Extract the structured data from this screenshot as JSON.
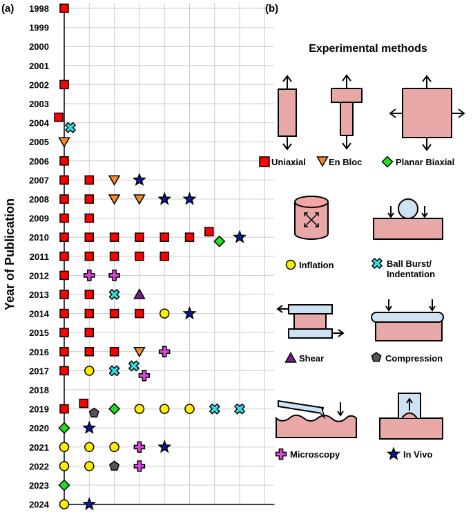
{
  "panel_a_label": "(a)",
  "panel_b_label": "(b)",
  "y_axis_title": "Year of Publication",
  "years": [
    "1998",
    "1999",
    "2000",
    "2001",
    "2002",
    "2003",
    "2004",
    "2005",
    "2006",
    "2007",
    "2008",
    "2009",
    "2010",
    "2011",
    "2012",
    "2013",
    "2014",
    "2015",
    "2016",
    "2017",
    "2018",
    "2019",
    "2020",
    "2021",
    "2022",
    "2023",
    "2024"
  ],
  "colors": {
    "uniaxial": "#ff0000",
    "en_bloc": "#f28c28",
    "planar_biaxial": "#22dd22",
    "inflation": "#ffee00",
    "ball_burst": "#33dddd",
    "shear": "#7b1a8c",
    "compression": "#555555",
    "microscopy": "#dd44dd",
    "in_vivo": "#0a1aa0",
    "sample_fill": "#e8a8a8",
    "platen_fill": "#cde3f3"
  },
  "chart_data": {
    "type": "scatter",
    "ylabel": "Year of Publication",
    "categories": [
      "1998",
      "1999",
      "2000",
      "2001",
      "2002",
      "2003",
      "2004",
      "2005",
      "2006",
      "2007",
      "2008",
      "2009",
      "2010",
      "2011",
      "2012",
      "2013",
      "2014",
      "2015",
      "2016",
      "2017",
      "2018",
      "2019",
      "2020",
      "2021",
      "2022",
      "2023",
      "2024"
    ],
    "grid": true,
    "series": [
      {
        "name": "Uniaxial",
        "marker": "square",
        "points": [
          {
            "year": "1998",
            "count": 1
          },
          {
            "year": "2002",
            "count": 1
          },
          {
            "year": "2004",
            "count": 1
          },
          {
            "year": "2006",
            "count": 1
          },
          {
            "year": "2007",
            "count": 2
          },
          {
            "year": "2008",
            "count": 2
          },
          {
            "year": "2009",
            "count": 2
          },
          {
            "year": "2010",
            "count": 7
          },
          {
            "year": "2011",
            "count": 5
          },
          {
            "year": "2012",
            "count": 1
          },
          {
            "year": "2013",
            "count": 2
          },
          {
            "year": "2014",
            "count": 4
          },
          {
            "year": "2015",
            "count": 2
          },
          {
            "year": "2016",
            "count": 3
          },
          {
            "year": "2017",
            "count": 1
          },
          {
            "year": "2019",
            "count": 2
          }
        ]
      },
      {
        "name": "En Bloc",
        "marker": "triangle-down",
        "points": [
          {
            "year": "2005",
            "count": 1
          },
          {
            "year": "2007",
            "count": 1
          },
          {
            "year": "2008",
            "count": 2
          },
          {
            "year": "2016",
            "count": 1
          }
        ]
      },
      {
        "name": "Planar Biaxial",
        "marker": "diamond",
        "points": [
          {
            "year": "2010",
            "count": 1
          },
          {
            "year": "2019",
            "count": 1
          },
          {
            "year": "2020",
            "count": 1
          },
          {
            "year": "2023",
            "count": 1
          }
        ]
      },
      {
        "name": "Inflation",
        "marker": "circle",
        "points": [
          {
            "year": "2014",
            "count": 1
          },
          {
            "year": "2017",
            "count": 1
          },
          {
            "year": "2019",
            "count": 3
          },
          {
            "year": "2021",
            "count": 3
          },
          {
            "year": "2022",
            "count": 2
          },
          {
            "year": "2024",
            "count": 1
          }
        ]
      },
      {
        "name": "Ball Burst/ Indentation",
        "marker": "x",
        "points": [
          {
            "year": "2004",
            "count": 1
          },
          {
            "year": "2013",
            "count": 1
          },
          {
            "year": "2017",
            "count": 2
          },
          {
            "year": "2019",
            "count": 2
          }
        ]
      },
      {
        "name": "Shear",
        "marker": "triangle-up",
        "points": [
          {
            "year": "2013",
            "count": 1
          }
        ]
      },
      {
        "name": "Compression",
        "marker": "pentagon",
        "points": [
          {
            "year": "2019",
            "count": 1
          },
          {
            "year": "2022",
            "count": 1
          }
        ]
      },
      {
        "name": "Microscopy",
        "marker": "plus",
        "points": [
          {
            "year": "2012",
            "count": 2
          },
          {
            "year": "2016",
            "count": 1
          },
          {
            "year": "2017",
            "count": 1
          },
          {
            "year": "2021",
            "count": 1
          },
          {
            "year": "2022",
            "count": 1
          }
        ]
      },
      {
        "name": "In Vivo",
        "marker": "star",
        "points": [
          {
            "year": "2007",
            "count": 1
          },
          {
            "year": "2008",
            "count": 2
          },
          {
            "year": "2010",
            "count": 1
          },
          {
            "year": "2014",
            "count": 1
          },
          {
            "year": "2020",
            "count": 1
          },
          {
            "year": "2021",
            "count": 1
          },
          {
            "year": "2024",
            "count": 1
          }
        ]
      }
    ]
  },
  "panel_b": {
    "title": "Experimental methods",
    "legend": {
      "uniaxial": "Uniaxial",
      "en_bloc": "En Bloc",
      "planar_biaxial": "Planar Biaxial",
      "inflation": "Inflation",
      "ball_burst_line1": "Ball Burst/",
      "ball_burst_line2": "Indentation",
      "shear": "Shear",
      "compression": "Compression",
      "microscopy": "Microscopy",
      "in_vivo": "In Vivo"
    }
  }
}
